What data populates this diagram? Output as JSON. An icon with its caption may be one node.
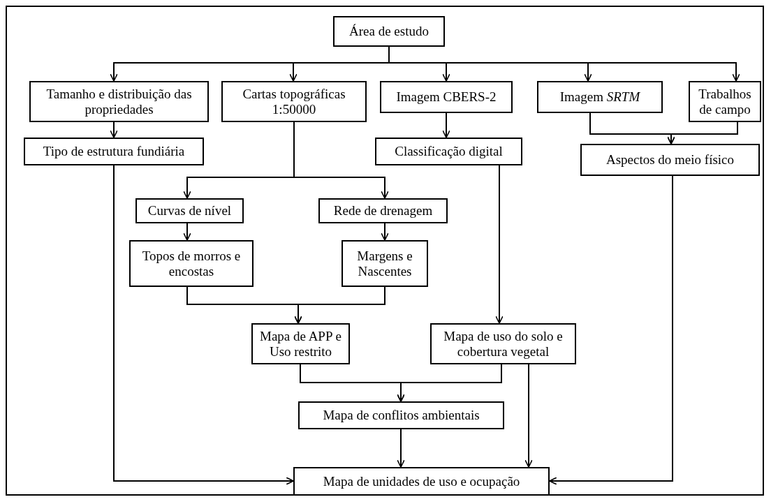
{
  "diagram": {
    "nodes": [
      {
        "text": [
          "Área de estudo"
        ]
      },
      {
        "text": [
          "Tamanho e distribuição das propriedades"
        ]
      },
      {
        "text": [
          "Cartas topográficas 1:50000"
        ]
      },
      {
        "text": [
          "Imagem CBERS-2"
        ]
      },
      {
        "text": [
          "Imagem *SRTM*"
        ]
      },
      {
        "text": [
          "Trabalhos de campo"
        ]
      },
      {
        "text": [
          "Tipo de estrutura fundiária"
        ]
      },
      {
        "text": [
          "Classificação digital"
        ]
      },
      {
        "text": [
          "Aspectos do meio físico"
        ]
      },
      {
        "text": [
          "Curvas de nível"
        ]
      },
      {
        "text": [
          "Rede de drenagem"
        ]
      },
      {
        "text": [
          "Topos de morros e encostas"
        ]
      },
      {
        "text": [
          "Margens e Nascentes"
        ]
      },
      {
        "text": [
          "Mapa de APP e Uso restrito"
        ]
      },
      {
        "text": [
          "Mapa de uso do solo e cobertura vegetal"
        ]
      },
      {
        "text": [
          "Mapa de conflitos ambientais"
        ]
      },
      {
        "text": [
          "Mapa de unidades de uso e ocupação"
        ]
      }
    ],
    "edges": [
      {
        "from": 0,
        "to": 1,
        "arrow": "to"
      },
      {
        "from": 0,
        "to": 2,
        "arrow": "to"
      },
      {
        "from": 0,
        "to": 3,
        "arrow": "to"
      },
      {
        "from": 0,
        "to": 4,
        "arrow": "to"
      },
      {
        "from": 0,
        "to": 5,
        "arrow": "to"
      },
      {
        "from": 1,
        "to": 6,
        "arrow": "to"
      },
      {
        "from": 3,
        "to": 7,
        "arrow": "to"
      },
      {
        "from": 4,
        "to": 8,
        "arrow": "to"
      },
      {
        "from": 5,
        "to": 8,
        "arrow": "to"
      },
      {
        "from": 2,
        "to": 9,
        "arrow": "to"
      },
      {
        "from": 2,
        "to": 10,
        "arrow": "to"
      },
      {
        "from": 9,
        "to": 11,
        "arrow": "to"
      },
      {
        "from": 10,
        "to": 12,
        "arrow": "to"
      },
      {
        "from": 11,
        "to": 13,
        "arrow": "to"
      },
      {
        "from": 12,
        "to": 13,
        "arrow": "to"
      },
      {
        "from": 7,
        "to": 14,
        "arrow": "to"
      },
      {
        "from": 13,
        "to": 15,
        "arrow": "to"
      },
      {
        "from": 14,
        "to": 15,
        "arrow": "to"
      },
      {
        "from": 6,
        "to": 16,
        "arrow": "to"
      },
      {
        "from": 15,
        "to": 16,
        "arrow": "to"
      },
      {
        "from": 14,
        "to": 16,
        "arrow": "to"
      },
      {
        "from": 8,
        "to": 16,
        "arrow": "to"
      }
    ]
  }
}
